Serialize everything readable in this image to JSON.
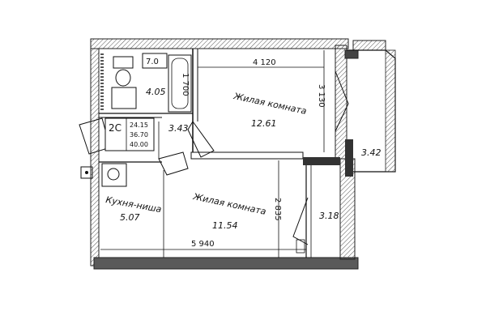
{
  "rooms": {
    "bathroom": {
      "area": "4.05"
    },
    "hall": {
      "area": "3.43"
    },
    "living_room_1": {
      "label": "Жилая комната",
      "area": "12.61"
    },
    "living_room_2": {
      "label": "Жилая комната",
      "area": "11.54"
    },
    "kitchen": {
      "label": "Кухня-ниша",
      "area": "5.07"
    },
    "balcony_small": {
      "area": "3.18"
    },
    "balcony_large": {
      "area": "3.42"
    }
  },
  "dimensions": {
    "top_width": "4 120",
    "bottom_width": "5 940",
    "right_height": "3 130",
    "middle_height": "2 835",
    "bath_length": "1 700",
    "fixture_label": "7.0"
  },
  "apartment_tag": {
    "code": "2С",
    "values": [
      "24.15",
      "36.70",
      "40.00"
    ]
  },
  "colors": {
    "wall": "#222222",
    "hatch": "#555555",
    "line": "#111111"
  }
}
